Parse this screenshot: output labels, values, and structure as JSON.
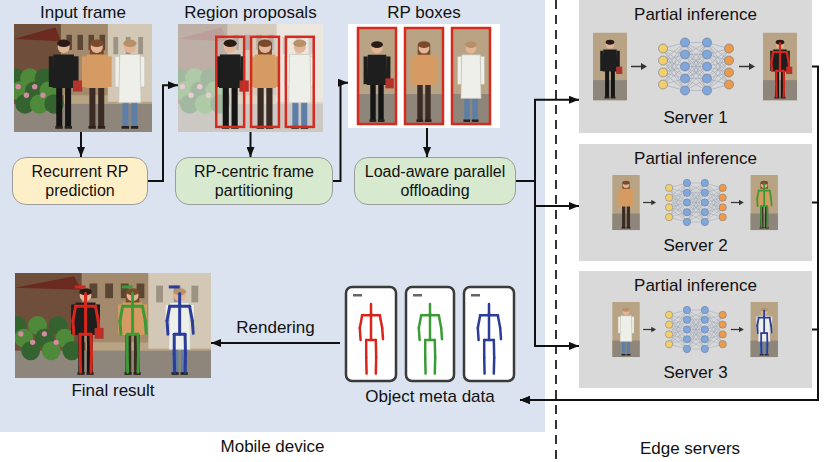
{
  "diagram": {
    "nodes": [
      {
        "text": [
          "Mobile device"
        ]
      },
      {
        "text": [
          "Input frame"
        ],
        "in": 0
      },
      {
        "text": [
          "Region proposals"
        ],
        "in": 0
      },
      {
        "text": [
          "RP boxes"
        ],
        "in": 0
      },
      {
        "text": [
          "Recurrent RP prediction"
        ],
        "in": 0
      },
      {
        "text": [
          "RP-centric frame partitioning"
        ],
        "in": 0
      },
      {
        "text": [
          "Load-aware parallel offloading"
        ],
        "in": 0
      },
      {
        "text": [
          "Final result"
        ],
        "in": 0
      },
      {
        "text": [
          "Object meta data"
        ],
        "in": 0
      },
      {
        "text": [
          "Partial inference",
          "Server 1"
        ]
      },
      {
        "text": [
          "Partial inference",
          "Server 2"
        ]
      },
      {
        "text": [
          "Partial inference",
          "Server 3"
        ]
      }
    ],
    "edges": [
      {
        "from": 1,
        "to": 4,
        "arrow": "to"
      },
      {
        "from": 4,
        "to": 2,
        "arrow": "to"
      },
      {
        "from": 2,
        "to": 5,
        "arrow": "to"
      },
      {
        "from": 5,
        "to": 3,
        "arrow": "to"
      },
      {
        "from": 3,
        "to": 6,
        "arrow": "to"
      },
      {
        "from": 6,
        "to": 9,
        "arrow": "to"
      },
      {
        "from": 6,
        "to": 10,
        "arrow": "to"
      },
      {
        "from": 6,
        "to": 11,
        "arrow": "to"
      },
      {
        "from": 9,
        "to": 8,
        "arrow": "to"
      },
      {
        "from": 10,
        "to": 8,
        "arrow": "to"
      },
      {
        "from": 11,
        "to": 8,
        "arrow": "to"
      },
      {
        "from": 8,
        "to": 7,
        "arrow": "to",
        "label": "Rendering"
      }
    ],
    "labels": [
      "Edge servers"
    ]
  }
}
